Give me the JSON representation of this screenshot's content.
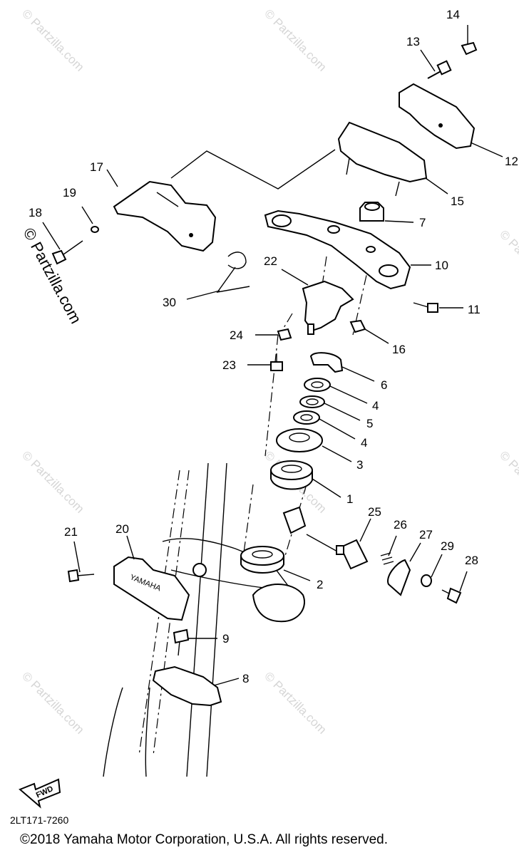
{
  "watermark": {
    "text": "© Partzilla.com"
  },
  "side_watermark": {
    "text": "© Partzilla.com"
  },
  "callouts": [
    "1",
    "2",
    "3",
    "4",
    "4",
    "5",
    "6",
    "7",
    "8",
    "9",
    "10",
    "11",
    "12",
    "13",
    "14",
    "15",
    "16",
    "17",
    "18",
    "19",
    "20",
    "21",
    "22",
    "23",
    "24",
    "25",
    "26",
    "27",
    "28",
    "29",
    "30"
  ],
  "labels": {
    "c1": "1",
    "c2": "2",
    "c3": "3",
    "c4a": "4",
    "c4b": "4",
    "c5": "5",
    "c6": "6",
    "c7": "7",
    "c8": "8",
    "c9": "9",
    "c10": "10",
    "c11": "11",
    "c12": "12",
    "c13": "13",
    "c14": "14",
    "c15": "15",
    "c16": "16",
    "c17": "17",
    "c18": "18",
    "c19": "19",
    "c20": "20",
    "c21": "21",
    "c22": "22",
    "c23": "23",
    "c24": "24",
    "c25": "25",
    "c26": "26",
    "c27": "27",
    "c28": "28",
    "c29": "29",
    "c30": "30"
  },
  "emblem_text": "YAMAHA",
  "fwd_text": "FWD",
  "drawing_code": "2LT171-7260",
  "copyright": "©2018  Yamaha Motor Corporation, U.S.A. All rights reserved."
}
